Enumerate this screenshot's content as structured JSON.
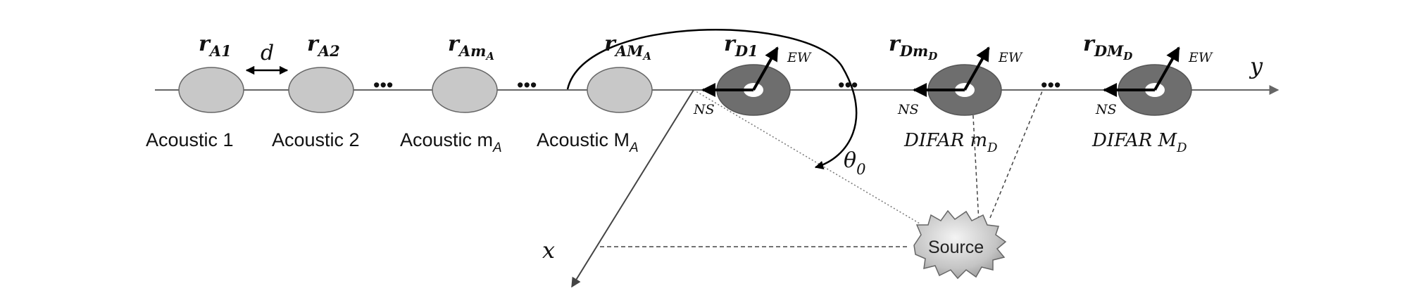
{
  "sensors_acoustic": [
    {
      "pos": {
        "main": "r",
        "sub": "A1"
      },
      "label": {
        "main": "Acoustic 1",
        "sub": ""
      }
    },
    {
      "pos": {
        "main": "r",
        "sub": "A2"
      },
      "label": {
        "main": "Acoustic 2",
        "sub": ""
      }
    },
    {
      "pos": {
        "main": "r",
        "sub": "Am",
        "subsub": "A"
      },
      "label": {
        "main": "Acoustic m",
        "sub": "A"
      }
    },
    {
      "pos": {
        "main": "r",
        "sub": "AM",
        "subsub": "A"
      },
      "label": {
        "main": "Acoustic M",
        "sub": "A"
      }
    }
  ],
  "sensors_difar": [
    {
      "pos": {
        "main": "r",
        "sub": "D1"
      },
      "ew": "EW",
      "ns": "NS",
      "label": {
        "main": "",
        "sub": ""
      }
    },
    {
      "pos": {
        "main": "r",
        "sub": "Dm",
        "subsub": "D"
      },
      "ew": "EW",
      "ns": "NS",
      "label": {
        "main": "DIFAR m",
        "sub": "D"
      }
    },
    {
      "pos": {
        "main": "r",
        "sub": "DM",
        "subsub": "D"
      },
      "ew": "EW",
      "ns": "NS",
      "label": {
        "main": "DIFAR M",
        "sub": "D"
      }
    }
  ],
  "spacing_label": "d",
  "ellipsis": "•••",
  "axes": {
    "y": "y",
    "x": "x"
  },
  "angle": {
    "main": "θ",
    "sub": "0"
  },
  "source_label": "Source",
  "colors": {
    "acoustic_fill": "#c8c8c8",
    "difar_fill": "#6e6e6e",
    "line": "#555555"
  }
}
